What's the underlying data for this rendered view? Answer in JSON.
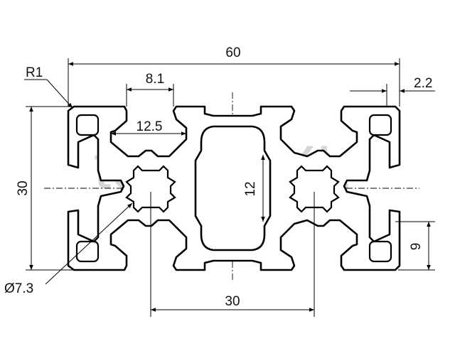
{
  "watermark": {
    "left": "tech",
    "right": "XXL"
  },
  "dimensions": {
    "overall_width": "60",
    "height": "30",
    "radius": "R1",
    "slot_opening": "8.1",
    "inner_slot": "12.5",
    "lip": "2.2",
    "core_height": "12",
    "offset": "9",
    "center_distance": "30",
    "hole_diameter": "Ø7.3"
  },
  "colors": {
    "line": "#000000",
    "watermark": "#d6d6d6",
    "background": "#ffffff"
  }
}
